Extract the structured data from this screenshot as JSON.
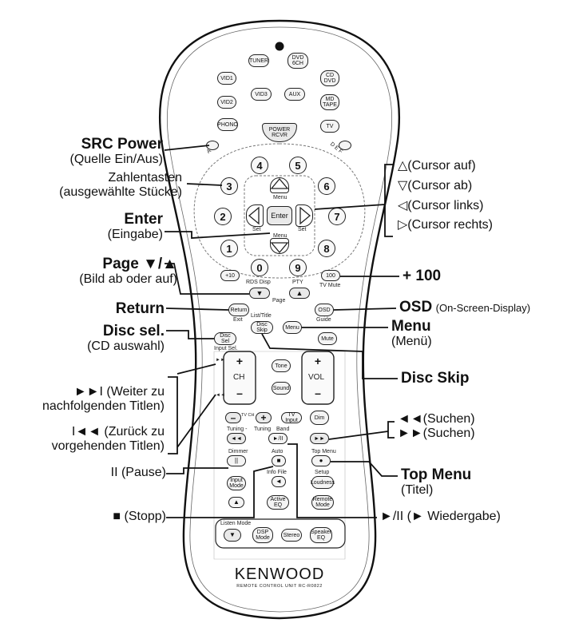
{
  "remote": {
    "brand": "KENWOOD",
    "model": "REMOTE CONTROL UNIT RC-R0822",
    "buttons": {
      "tuner": "TUNER",
      "dvd_6ch": "DVD 6CH",
      "vid1": "VID1",
      "cd_dvd": "CD DVD",
      "vid3": "VID3",
      "vid2": "VID2",
      "aux": "AUX",
      "md_tape": "MD TAPE",
      "phono": "PHONO",
      "tv": "TV",
      "power": "POWER RCVR",
      "num4": "4",
      "num5": "5",
      "num3": "3",
      "num6": "6",
      "num2": "2",
      "num7": "7",
      "num1": "1",
      "num8": "8",
      "num0": "0",
      "num9": "9",
      "enter": "Enter",
      "plus10": "+10",
      "hundred": "100",
      "return": "Return",
      "osd": "OSD",
      "disc_sel": "Disc Sel",
      "disc_skip": "Disc Skip",
      "menu": "Menu",
      "mute": "Mute",
      "plus": "+",
      "minus": "–",
      "ch": "CH",
      "vol": "VOL",
      "tone": "Tone",
      "sound": "Sound",
      "tv_input": "TV Input",
      "dim": "Dim",
      "input_mode": "Input Mode",
      "active_eq": "Active EQ",
      "loudness": "Loudness",
      "remote_mode": "Remote Mode",
      "dsp_mode": "DSP Mode",
      "stereo": "Stereo",
      "speaker_eq": "Speaker EQ",
      "auto_mute": "Auto",
      "tv_power": "TV"
    },
    "captions": {
      "menu_up": "Menu",
      "menu_down": "Menu",
      "set_left": "Set",
      "set_right": "Set",
      "rds_disp": "RDS Disp",
      "pty": "PTY",
      "page": "Page",
      "tv_mute": "TV Mute",
      "exit": "Exit",
      "guide": "Guide",
      "lst_title": "List/Title",
      "input_sel": "Input Sel.",
      "tuning": "Tuning",
      "band": "Band",
      "dimmer": "Dimmer",
      "auto": "Auto",
      "info_file": "Info File",
      "top_menu": "Top Menu",
      "setup": "Setup",
      "listen_mode": "Listen Mode",
      "abc": "A B C",
      "def": "D E F",
      "tv_ch": "TV CH",
      "tuning_minus": "Tuning -"
    }
  },
  "labels": {
    "src_power_title": "SRC Power",
    "src_power_sub": "(Quelle Ein/Aus)",
    "zahlen_title": "Zahlentasten",
    "zahlen_sub": "(ausgewählte Stücke)",
    "enter_title": "Enter",
    "enter_sub": "(Eingabe)",
    "page_title": "Page ▼/▲",
    "page_sub": "(Bild ab oder auf)",
    "return_title": "Return",
    "disc_sel_title": "Disc sel.",
    "disc_sel_sub": "(CD auswahl)",
    "next_line1": "►►I (Weiter zu",
    "next_line2": "nachfolgenden Titlen)",
    "prev_line1": "I◄◄ (Zurück zu",
    "prev_line2": "vorgehenden Titlen)",
    "pause": "II (Pause)",
    "stop": "■ (Stopp)",
    "cursor_up": "△(Cursor auf)",
    "cursor_down": "▽(Cursor ab)",
    "cursor_left": "◁(Cursor links)",
    "cursor_right": "▷(Cursor rechts)",
    "plus100": "+ 100",
    "osd_title": "OSD",
    "osd_sub": "(On-Screen-Display)",
    "menu_title": "Menu",
    "menu_sub": "(Menü)",
    "disc_skip_title": "Disc Skip",
    "search_back": "◄◄(Suchen)",
    "search_fwd": "►►(Suchen)",
    "top_menu_title": "Top Menu",
    "top_menu_sub": "(Titel)",
    "play_pause": "►/II (► Wiedergabe)"
  }
}
